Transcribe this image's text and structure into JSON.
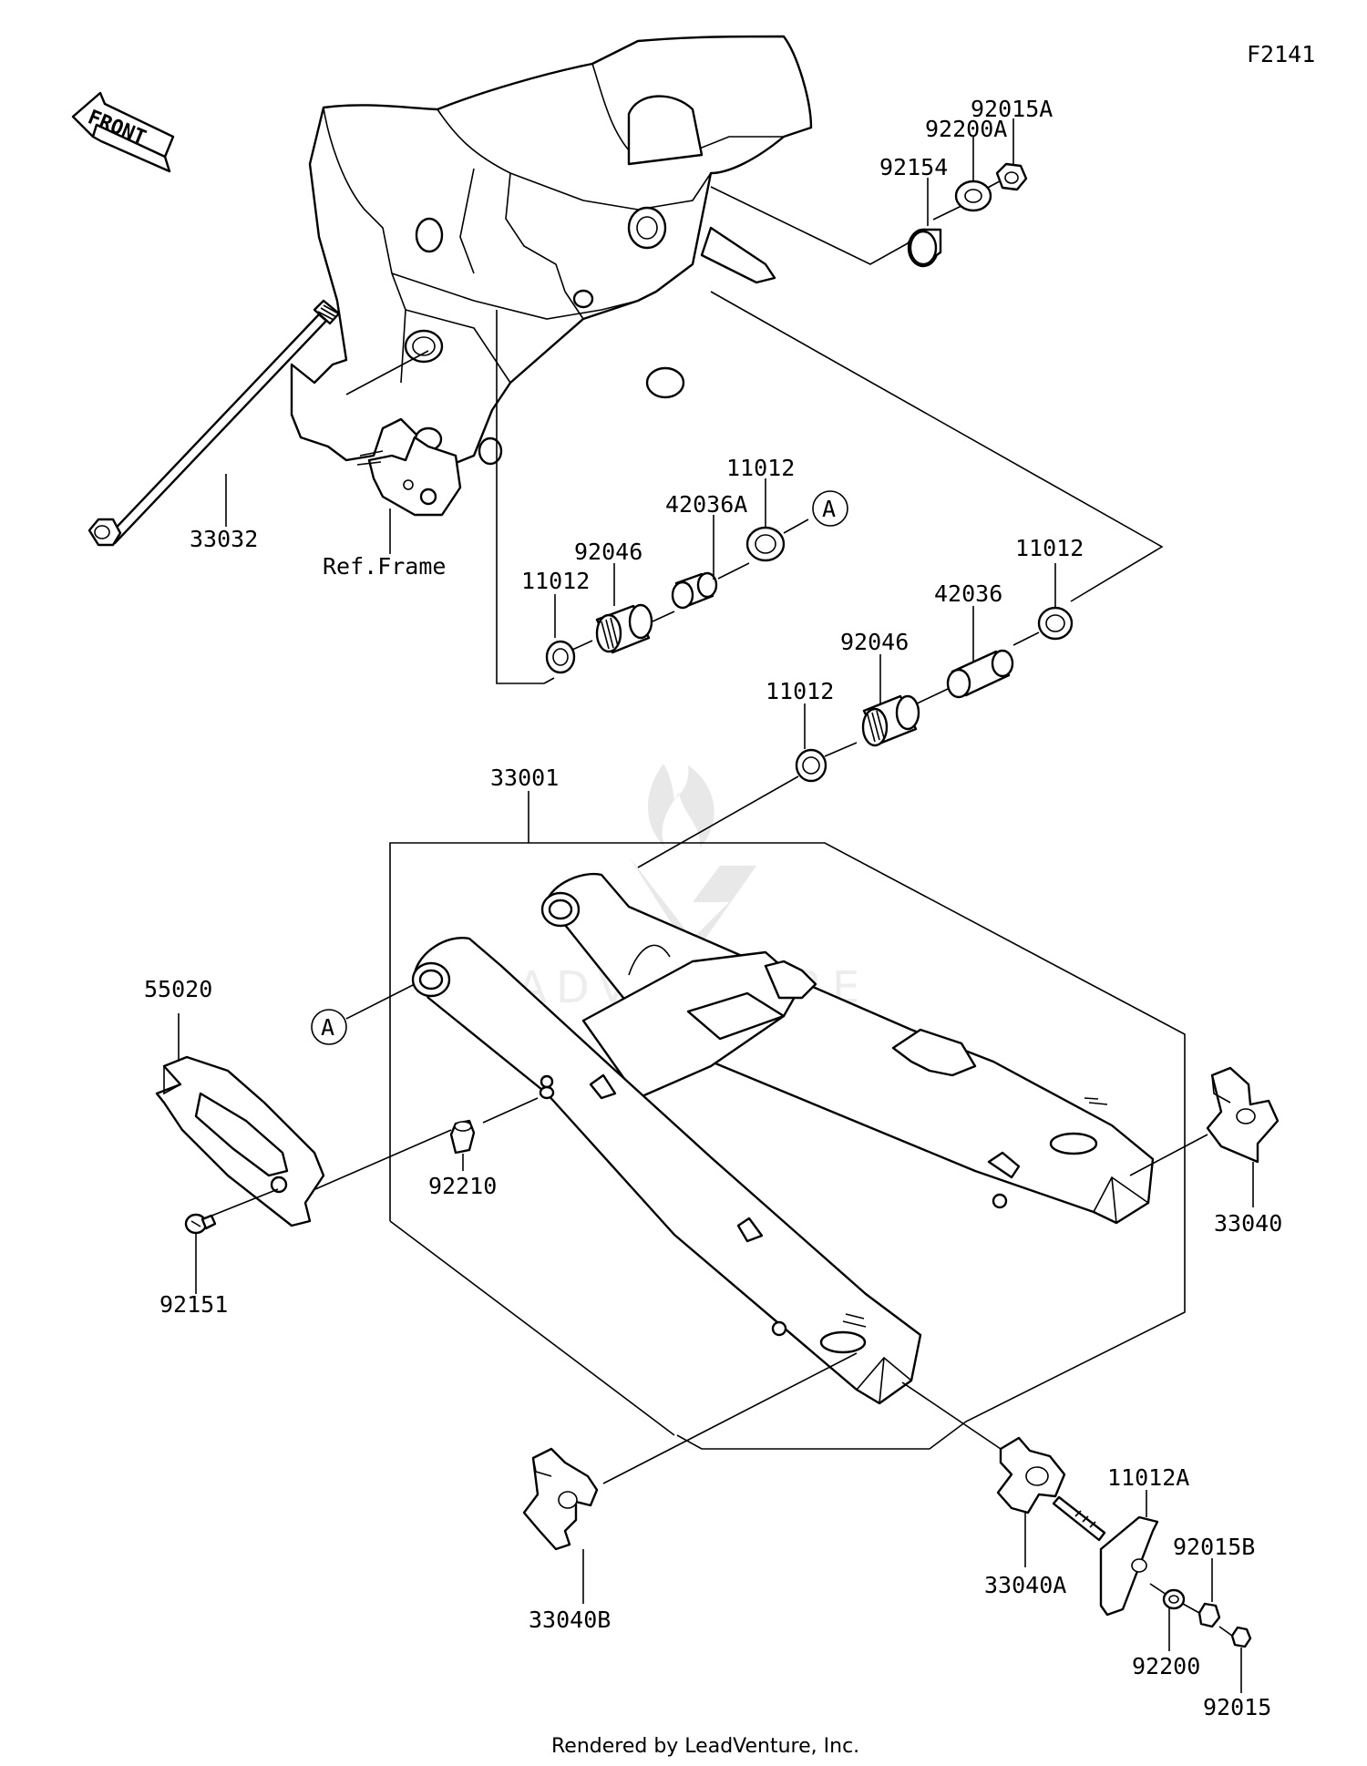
{
  "diagram_code": "F2141",
  "front_label": "FRONT",
  "ref_frame": "Ref.Frame",
  "footer": "Rendered by LeadVenture, Inc.",
  "watermark": "LEADVENTURE",
  "callout_letter": "A",
  "parts": {
    "p92015A": "92015A",
    "p92200A": "92200A",
    "p92154": "92154",
    "p33032": "33032",
    "p11012_a": "11012",
    "p42036A": "42036A",
    "p92046_a": "92046",
    "p11012_b": "11012",
    "p11012_c": "11012",
    "p42036": "42036",
    "p92046_b": "92046",
    "p11012_d": "11012",
    "p33001": "33001",
    "p55020": "55020",
    "p92210": "92210",
    "p92151": "92151",
    "p33040": "33040",
    "p11012A": "11012A",
    "p92015B": "92015B",
    "p33040A": "33040A",
    "p33040B": "33040B",
    "p92200": "92200",
    "p92015": "92015"
  }
}
